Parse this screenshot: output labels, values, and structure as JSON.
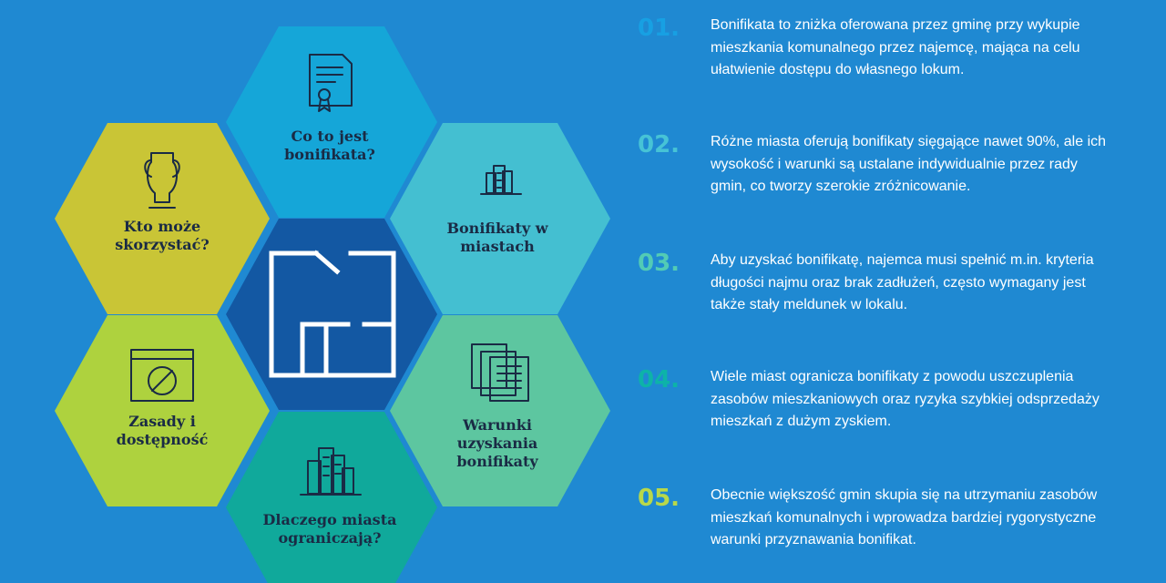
{
  "colors": {
    "background": "#1f89d2",
    "hex_top": "#15a6d8",
    "hex_top_right": "#44bfd1",
    "hex_bottom_right": "#5dc6a0",
    "hex_bottom": "#10a99b",
    "hex_bottom_left": "#aed23e",
    "hex_top_left": "#c9c536",
    "hex_center": "#1358a3",
    "num_01": "#17a0e3",
    "num_02": "#46c3d6",
    "num_03": "#52cbb5",
    "num_04": "#0db3a8",
    "num_05": "#b8d84a"
  },
  "hexes": {
    "top": {
      "line1": "Co to jest",
      "line2": "bonifikata?",
      "icon": "certificate-icon"
    },
    "top_right": {
      "line1": "Bonifikaty w",
      "line2": "miastach",
      "icon": "city-buildings-icon"
    },
    "bottom_right": {
      "line1": "Warunki",
      "line2": "uzyskania",
      "line3": "bonifikaty",
      "icon": "documents-icon"
    },
    "bottom": {
      "line1": "Dlaczego miasta",
      "line2": "ograniczają?",
      "icon": "city-buildings-icon"
    },
    "bottom_left": {
      "line1": "Zasady i",
      "line2": "dostępność",
      "icon": "blocked-window-icon"
    },
    "top_left": {
      "line1": "Kto może",
      "line2": "skorzystać?",
      "icon": "trophy-icon"
    },
    "center": {
      "icon": "floor-plan-icon"
    }
  },
  "items": [
    {
      "num": "01.",
      "text": "Bonifikata to zniżka oferowana przez gminę przy wykupie mieszkania komunalnego przez najemcę, mająca na celu ułatwienie dostępu do własnego lokum."
    },
    {
      "num": "02.",
      "text": "Różne miasta oferują bonifikaty sięgające nawet 90%, ale ich wysokość i warunki są ustalane indywidualnie przez rady gmin, co tworzy szerokie zróżnicowanie."
    },
    {
      "num": "03.",
      "text": "Aby uzyskać bonifikatę, najemca musi spełnić m.in. kryteria długości najmu oraz brak zadłużeń, często wymagany jest także stały meldunek w lokalu."
    },
    {
      "num": "04.",
      "text": "Wiele miast ogranicza bonifikaty z powodu uszczuplenia zasobów mieszkaniowych oraz ryzyka szybkiej odsprzedaży mieszkań z dużym zyskiem."
    },
    {
      "num": "05.",
      "text": "Obecnie większość gmin skupia się na utrzymaniu zasobów mieszkań komunalnych i wprowadza bardziej rygorystyczne warunki przyznawania bonifikat."
    }
  ]
}
